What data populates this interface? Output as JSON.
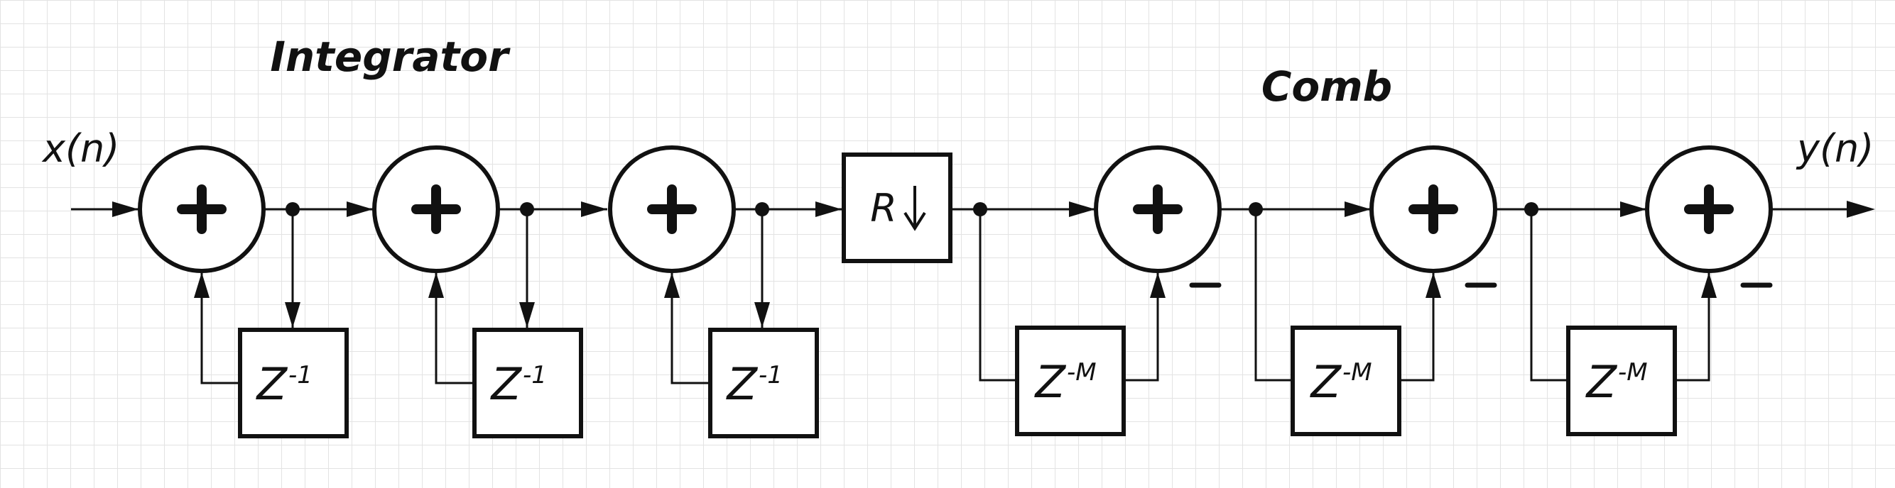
{
  "diagram": {
    "section_labels": {
      "integrator": "Integrator",
      "comb": "Comb"
    },
    "input_label": "x(n)",
    "output_label": "y(n)",
    "integrator_stages": [
      {
        "delay_base": "Z",
        "delay_exp": "-1"
      },
      {
        "delay_base": "Z",
        "delay_exp": "-1"
      },
      {
        "delay_base": "Z",
        "delay_exp": "-1"
      }
    ],
    "decimator": {
      "label": "R"
    },
    "comb_stages": [
      {
        "delay_base": "Z",
        "delay_exp": "-M",
        "sign": "–"
      },
      {
        "delay_base": "Z",
        "delay_exp": "-M",
        "sign": "–"
      },
      {
        "delay_base": "Z",
        "delay_exp": "-M",
        "sign": "–"
      }
    ]
  },
  "colors": {
    "grid": "#e3e3e3",
    "stroke": "#111111",
    "background": "#ffffff"
  }
}
